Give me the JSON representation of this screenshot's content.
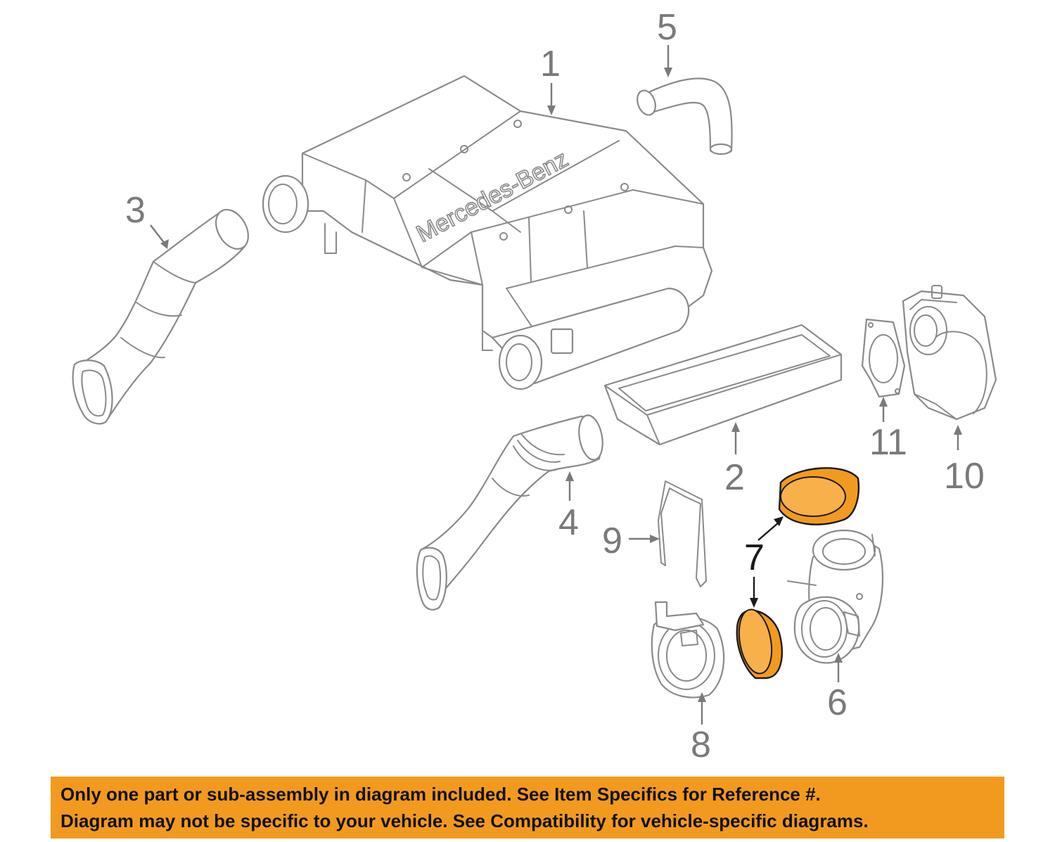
{
  "diagram": {
    "brand_text": "Mercedes-Benz",
    "callouts": [
      {
        "id": "1",
        "label": "1"
      },
      {
        "id": "2",
        "label": "2"
      },
      {
        "id": "3",
        "label": "3"
      },
      {
        "id": "4",
        "label": "4"
      },
      {
        "id": "5",
        "label": "5"
      },
      {
        "id": "6",
        "label": "6"
      },
      {
        "id": "7",
        "label": "7",
        "highlighted": true
      },
      {
        "id": "8",
        "label": "8"
      },
      {
        "id": "9",
        "label": "9"
      },
      {
        "id": "10",
        "label": "10"
      },
      {
        "id": "11",
        "label": "11"
      }
    ],
    "colors": {
      "highlight": "#f29a1f",
      "line_art": "#8a8a8a",
      "active_callout": "#1a1a1a"
    }
  },
  "banner": {
    "line1": "Only one part or sub-assembly in diagram included. See Item Specifics for Reference #.",
    "line2": "Diagram may not be specific to your vehicle. See Compatibility for vehicle-specific diagrams.",
    "background": "#f29a1f"
  }
}
